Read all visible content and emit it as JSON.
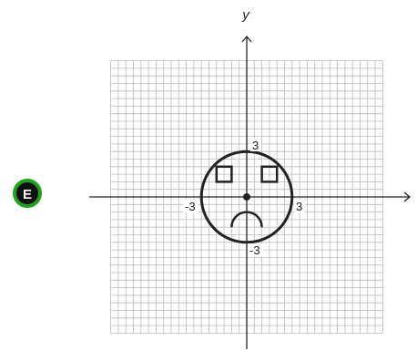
{
  "badge": {
    "letter": "E",
    "ring_color": "#1fa31f",
    "fill_color": "#111111",
    "text_color": "#ffffff"
  },
  "axes": {
    "x_label": "",
    "y_label": "y"
  },
  "ticks": {
    "x_pos": "3",
    "x_neg": "-3",
    "y_pos": "3",
    "y_neg": "-3"
  },
  "grid": {
    "x_range": [
      -9,
      9
    ],
    "y_range": [
      -9,
      9
    ],
    "spacing": 0.5,
    "line_color": "#bbbbbb"
  },
  "figure": {
    "circle": {
      "center": [
        0,
        0
      ],
      "radius": 3
    },
    "center_dot": [
      0,
      0
    ],
    "left_eye_square": {
      "x_range": [
        -2,
        -1
      ],
      "y_range": [
        1,
        2
      ]
    },
    "right_eye_square": {
      "x_range": [
        1,
        2
      ],
      "y_range": [
        1,
        2
      ]
    },
    "mouth_arc": {
      "center": [
        0,
        -2
      ],
      "radius": 1,
      "direction": "frown"
    },
    "stroke_color": "#222222"
  }
}
